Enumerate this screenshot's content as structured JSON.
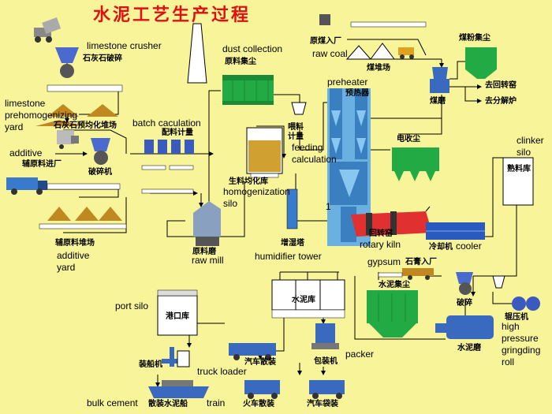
{
  "title": "水泥工艺生产过程",
  "labels": {
    "limestone_crusher_en": "limestone crusher",
    "limestone_crusher_cn": "石灰石破碎",
    "limestone_yard_en_1": "limestone",
    "limestone_yard_en_2": "prehomogenizing",
    "limestone_yard_en_3": "yard",
    "limestone_yard_cn": "石灰石预均化堆场",
    "batch_en": "batch caculation",
    "batch_cn": "配料计量",
    "additive_en": "additive",
    "additive_truck_cn": "辅原料进厂",
    "crusher_cn": "破碎机",
    "additive_yard_cn": "辅原料堆场",
    "additive_yard_en_1": "additive",
    "additive_yard_en_2": "yard",
    "dust_en": "dust collection",
    "dust_cn": "原料集尘",
    "homog_cn": "生料均化库",
    "homog_en_1": "homogenization",
    "homog_en_2": "silo",
    "feed_cn_1": "喂料",
    "feed_cn_2": "计量",
    "feed_en_1": "feeding",
    "feed_en_2": "calculation",
    "raw_mill_cn": "原料磨",
    "raw_mill_en": "raw mill",
    "tower_cn": "增湿塔",
    "tower_en": "humidifier tower",
    "rawcoal_cn": "原煤入厂",
    "rawcoal_en": "raw coal",
    "coal_yard_cn": "煤堆场",
    "coal_dust_cn": "煤粉集尘",
    "to_kiln_cn": "去回转窑",
    "to_calciner_cn": "去分解炉",
    "coal_mill_cn": "煤磨",
    "preheater_en": "preheater",
    "preheater_cn": "预热器",
    "esp_cn": "电收尘",
    "clinker_en_1": "clinker",
    "clinker_en_2": "silo",
    "clinker_cn": "熟料库",
    "rotary_cn": "回转窑",
    "rotary_en": "rotary kiln",
    "cooler_cn": "冷却机",
    "cooler_en": "cooler",
    "gypsum_en": "gypsum",
    "gypsum_cn": "石膏入厂",
    "cement_dust_cn": "水泥集尘",
    "cement_silo_cn": "水泥库",
    "crush2_cn": "破碎",
    "press_cn": "辊压机",
    "cement_mill_cn": "水泥磨",
    "hp_en_1": "high",
    "hp_en_2": "pressure",
    "hp_en_3": "gringding",
    "hp_en_4": "roll",
    "port_en": "port silo",
    "port_cn": "港口库",
    "shiploader_cn": "装船机",
    "truckloader_en": "truck loader",
    "truck_bulk_cn": "汽车散装",
    "packer_en": "packer",
    "packer_cn": "包装机",
    "bulk_en": "bulk cement",
    "bulk_cn": "散装水泥船",
    "train_en": "train",
    "train_cn": "火车散装",
    "truck_bag_cn": "汽车袋装",
    "one_mark": "1"
  }
}
